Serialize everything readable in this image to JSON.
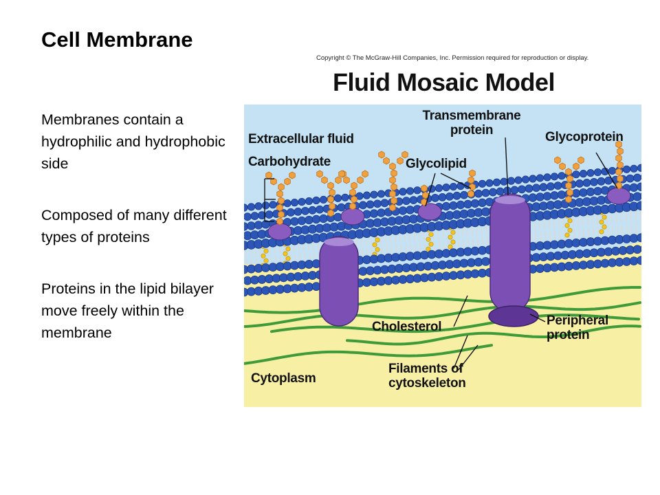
{
  "slide": {
    "title": "Cell Membrane",
    "bullets": [
      "Membranes contain a hydrophilic and hydrophobic side",
      "Composed of many different types of proteins",
      "Proteins in the lipid bilayer move freely within the membrane"
    ]
  },
  "figure": {
    "copyright": "Copyright © The McGraw-Hill Companies, Inc. Permission required for reproduction or display.",
    "title": "Fluid Mosaic Model",
    "labels": {
      "extracellular_fluid": "Extracellular fluid",
      "carbohydrate": "Carbohydrate",
      "transmembrane_line1": "Transmembrane",
      "transmembrane_line2": "protein",
      "glycoprotein": "Glycoprotein",
      "glycolipid": "Glycolipid",
      "cholesterol": "Cholesterol",
      "peripheral_line1": "Peripheral",
      "peripheral_line2": "protein",
      "filaments_line1": "Filaments of",
      "filaments_line2": "cytoskeleton",
      "cytoplasm": "Cytoplasm"
    },
    "colors": {
      "extracellular": "#c4e2f3",
      "cytoplasm": "#f7f0a4",
      "phosphate_head": "#2c55b8",
      "protein": "#7b4fb3",
      "carbohydrate_chain": "#f0a03c",
      "cholesterol": "#f2c51c",
      "filament": "#3f9a3a"
    }
  }
}
